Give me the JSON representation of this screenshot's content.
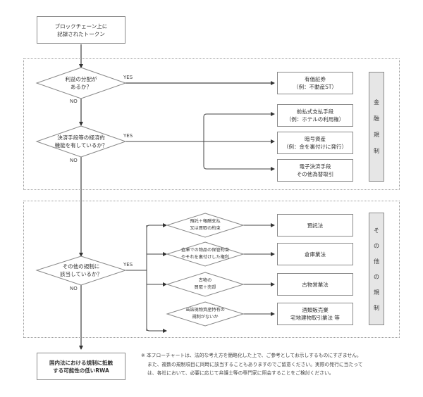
{
  "start": {
    "label": "ブロックチェーン上に\n記録されたトークン"
  },
  "labels": {
    "yes": "YES",
    "no": "NO"
  },
  "financial_region": {
    "side_label": [
      "金",
      "融",
      "規",
      "制"
    ],
    "q1": {
      "text": "利益の分配が\nあるか？",
      "outcome": "有価証券\n（例：不動産ST）"
    },
    "q2": {
      "text": "決済手段等の経済的\n機能を有しているか？",
      "outcomes": [
        "前払式支払手段\n（例：ホテルの利用権）",
        "暗号資産\n（例：金を裏付けに発行）",
        "電子決済手段\nその他為替取引"
      ]
    }
  },
  "other_region": {
    "side_label": [
      "そ",
      "の",
      "他",
      "の",
      "規",
      "制"
    ],
    "q3": {
      "text": "その他の規制に\n該当しているか？"
    },
    "branches": [
      {
        "condition": "預託＋報酬支払\n又は買取の約束",
        "outcome": "預託法"
      },
      {
        "condition": "倉庫での物品の保管約束\nやそれを裏付けした権利",
        "outcome": "倉庫業法"
      },
      {
        "condition": "古物の\n買取＋売却",
        "outcome": "古物営業法"
      },
      {
        "condition": "当該現物資産特有の\n規制がないか",
        "outcome": "酒類販売業\n宅地建物取引業法 等"
      }
    ]
  },
  "end": {
    "label": "国内法における規制に抵触\nする可能性の低いRWA"
  },
  "note": {
    "mark": "※",
    "lines": [
      "本フローチャートは、法的な考え方を簡略化した上で、ご参考としてお示しするものにすぎません。",
      "また、複数の規制項目に同時に該当することもありますのでご留意ください。実際の発行に当たって",
      "は、各社において、必要に応じて弁護士等の専門家に照会することをご検討ください。"
    ]
  }
}
